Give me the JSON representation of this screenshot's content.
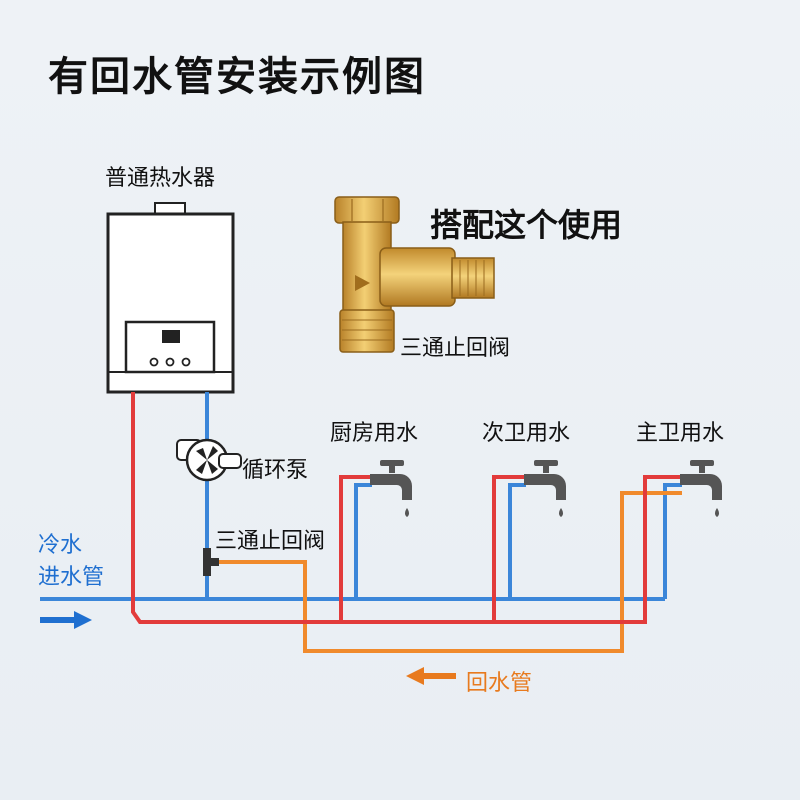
{
  "title": "有回水管安装示例图",
  "heater": {
    "label": "普通热水器"
  },
  "valve_product": {
    "combo_text": "搭配这个使用",
    "label": "三通止回阀"
  },
  "pump": {
    "label": "循环泵"
  },
  "valve_junction": {
    "label": "三通止回阀"
  },
  "faucets": [
    {
      "label": "厨房用水"
    },
    {
      "label": "次卫用水"
    },
    {
      "label": "主卫用水"
    }
  ],
  "cold_inlet": {
    "line1": "冷水",
    "line2": "进水管"
  },
  "return_pipe": {
    "label": "回水管"
  },
  "colors": {
    "hot": "#e23b3b",
    "cold": "#3b86d9",
    "return": "#f08a2c",
    "brass": "#d9a53b"
  }
}
